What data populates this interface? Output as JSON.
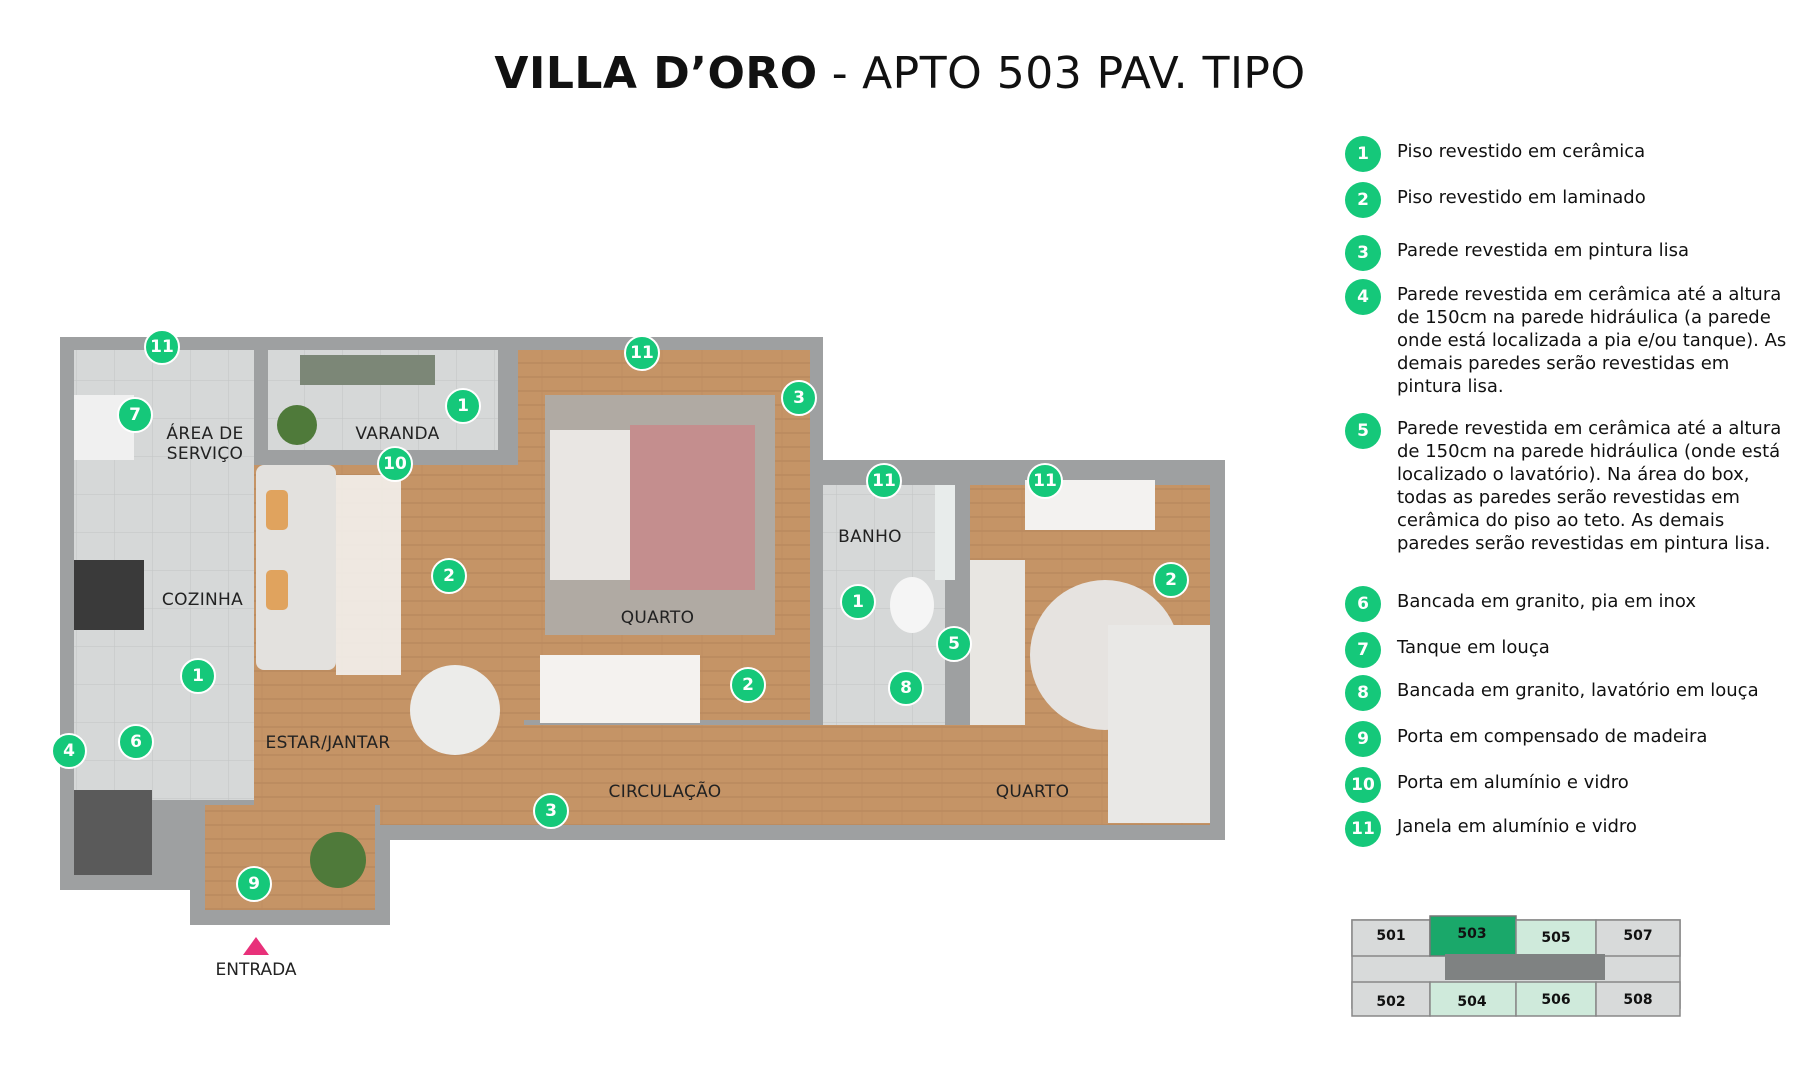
{
  "title": {
    "brand": "VILLA D’ORO",
    "separator": "-",
    "unit": "APTO 503 PAV. TIPO"
  },
  "rooms": {
    "area_servico": "ÁREA DE\nSERVIÇO",
    "varanda": "VARANDA",
    "cozinha": "COZINHA",
    "estar_jantar": "ESTAR/JANTAR",
    "quarto1": "QUARTO",
    "banho": "BANHO",
    "quarto2": "QUARTO",
    "circulacao": "CIRCULAÇÃO",
    "entrada": "ENTRADA"
  },
  "plan_markers": [
    "11",
    "7",
    "1",
    "10",
    "11",
    "3",
    "2",
    "11",
    "11",
    "1",
    "5",
    "2",
    "8",
    "2",
    "1",
    "6",
    "4",
    "3",
    "9"
  ],
  "legend": [
    {
      "num": "1",
      "text": "Piso revestido em cerâmica"
    },
    {
      "num": "2",
      "text": "Piso revestido em laminado"
    },
    {
      "num": "3",
      "text": "Parede revestida em pintura lisa"
    },
    {
      "num": "4",
      "text": "Parede revestida em cerâmica  até a altura de 150cm na parede hidráulica (a parede onde está localizada a pia e/ou tanque). As demais paredes serão revestidas em pintura lisa."
    },
    {
      "num": "5",
      "text": "Parede revestida em cerâmica  até a altura de 150cm na parede hidráulica (onde está localizado o lavatório).  Na área do box, todas as paredes serão revestidas em cerâmica do piso ao teto. As demais paredes serão revestidas em pintura lisa."
    },
    {
      "num": "6",
      "text": "Bancada em granito, pia em inox"
    },
    {
      "num": "7",
      "text": "Tanque em louça"
    },
    {
      "num": "8",
      "text": "Bancada em granito, lavatório em louça"
    },
    {
      "num": "9",
      "text": "Porta em compensado de madeira"
    },
    {
      "num": "10",
      "text": "Porta em alumínio e vidro"
    },
    {
      "num": "11",
      "text": "Janela em alumínio e vidro"
    }
  ],
  "keyplan": {
    "units": [
      "501",
      "503",
      "505",
      "507",
      "502",
      "504",
      "506",
      "508"
    ],
    "highlight": "503"
  },
  "colors": {
    "marker": "#15c87a",
    "entrance": "#e8317a",
    "highlight": "#1aa86a",
    "neighbor": "#cfeadb"
  }
}
